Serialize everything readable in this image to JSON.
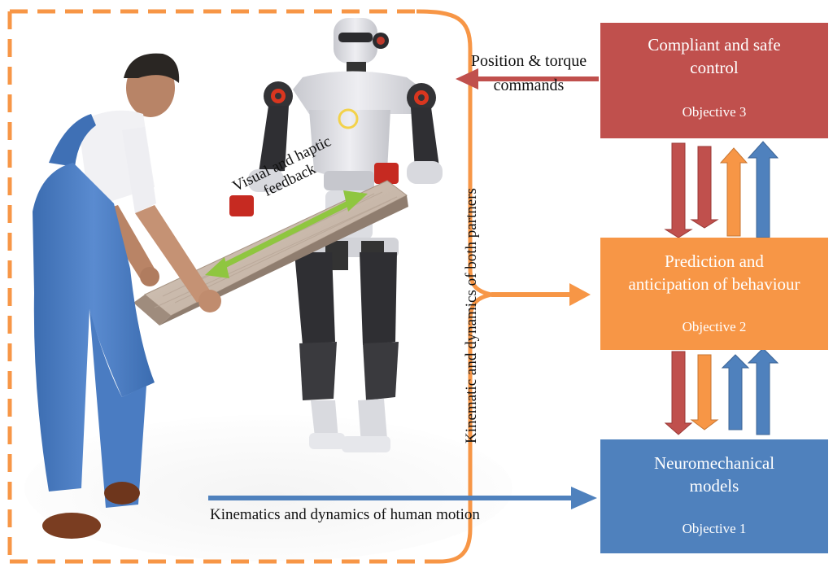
{
  "objectives": {
    "obj3": {
      "title_line1": "Compliant and safe",
      "title_line2": "control",
      "label": "Objective 3",
      "color": "#c0504d"
    },
    "obj2": {
      "title_line1": "Prediction and",
      "title_line2": "anticipation of behaviour",
      "label": "Objective 2",
      "color": "#f79646"
    },
    "obj1": {
      "title_line1": "Neuromechanical",
      "title_line2": "models",
      "label": "Objective 1",
      "color": "#4f81bd"
    }
  },
  "labels": {
    "commands_line1": "Position & torque",
    "commands_line2": "commands",
    "partners": "Kinematic and dynamics of both partners",
    "human_motion": "Kinematics and dynamics of human motion",
    "feedback_line1": "Visual and haptic",
    "feedback_line2": "feedback"
  },
  "colors": {
    "dashed_frame": "#f79646",
    "feedback_arrow": "#8fc640",
    "red_arrow": "#c0504d",
    "orange_arrow": "#f79646",
    "blue_arrow": "#4f81bd"
  }
}
